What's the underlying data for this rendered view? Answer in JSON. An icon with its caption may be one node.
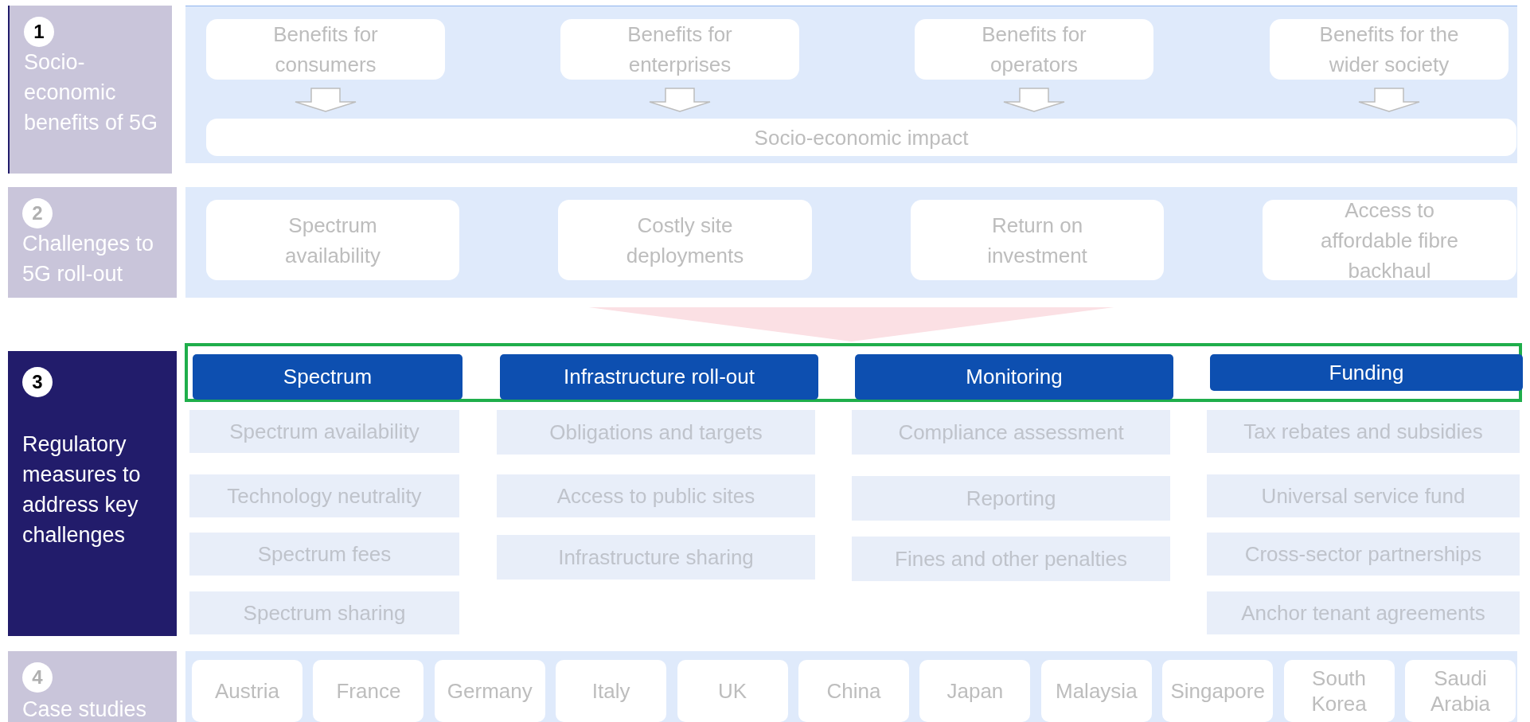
{
  "diagram": {
    "nodes": [
      {
        "text": [
          "1",
          "Socio-economic benefits of 5G"
        ]
      },
      {
        "text": [],
        "shape": "box"
      },
      {
        "text": [
          "Benefits for consumers"
        ],
        "in": 1
      },
      {
        "text": [
          "Benefits for enterprises"
        ],
        "in": 1
      },
      {
        "text": [
          "Benefits for operators"
        ],
        "in": 1
      },
      {
        "text": [
          "Benefits for the wider society"
        ],
        "in": 1
      },
      {
        "text": [
          "Socio-economic impact"
        ],
        "in": 1
      },
      {
        "text": [
          "2",
          "Challenges to 5G roll-out"
        ]
      },
      {
        "text": [],
        "shape": "box"
      },
      {
        "text": [
          "Spectrum availability"
        ],
        "in": 8
      },
      {
        "text": [
          "Costly site deployments"
        ],
        "in": 8
      },
      {
        "text": [
          "Return on investment"
        ],
        "in": 8
      },
      {
        "text": [
          "Access to affordable fibre backhaul"
        ],
        "in": 8
      },
      {
        "text": [
          "3",
          "Regulatory measures to address key challenges"
        ]
      },
      {
        "text": [],
        "shape": "box"
      },
      {
        "text": [
          "Spectrum"
        ],
        "in": 14
      },
      {
        "text": [
          "Infrastructure roll-out"
        ],
        "in": 14
      },
      {
        "text": [
          "Monitoring"
        ],
        "in": 14
      },
      {
        "text": [
          "Funding"
        ],
        "in": 14
      },
      {
        "text": [
          "Spectrum availability"
        ]
      },
      {
        "text": [
          "Technology neutrality"
        ]
      },
      {
        "text": [
          "Spectrum fees"
        ]
      },
      {
        "text": [
          "Spectrum sharing"
        ]
      },
      {
        "text": [
          "Obligations and targets"
        ]
      },
      {
        "text": [
          "Access to public sites"
        ]
      },
      {
        "text": [
          "Infrastructure sharing"
        ]
      },
      {
        "text": [
          "Compliance assessment"
        ]
      },
      {
        "text": [
          "Reporting"
        ]
      },
      {
        "text": [
          "Fines and other penalties"
        ]
      },
      {
        "text": [
          "Tax rebates and subsidies"
        ]
      },
      {
        "text": [
          "Universal service fund"
        ]
      },
      {
        "text": [
          "Cross-sector partnerships"
        ]
      },
      {
        "text": [
          "Anchor tenant agreements"
        ]
      },
      {
        "text": [
          "4",
          "Case studies"
        ]
      },
      {
        "text": [],
        "shape": "box"
      },
      {
        "text": [
          "Austria"
        ],
        "in": 34
      },
      {
        "text": [
          "France"
        ],
        "in": 34
      },
      {
        "text": [
          "Germany"
        ],
        "in": 34
      },
      {
        "text": [
          "Italy"
        ],
        "in": 34
      },
      {
        "text": [
          "UK"
        ],
        "in": 34
      },
      {
        "text": [
          "China"
        ],
        "in": 34
      },
      {
        "text": [
          "Japan"
        ],
        "in": 34
      },
      {
        "text": [
          "Malaysia"
        ],
        "in": 34
      },
      {
        "text": [
          "Singapore"
        ],
        "in": 34
      },
      {
        "text": [
          "South Korea"
        ],
        "in": 34
      },
      {
        "text": [
          "Saudi Arabia"
        ],
        "in": 34
      }
    ],
    "edges": [
      {
        "from": 2,
        "to": 6,
        "arrow": "to"
      },
      {
        "from": 3,
        "to": 6,
        "arrow": "to"
      },
      {
        "from": 4,
        "to": 6,
        "arrow": "to"
      },
      {
        "from": 5,
        "to": 6,
        "arrow": "to"
      },
      {
        "from": 8,
        "to": 14,
        "arrow": "to",
        "style": "thick",
        "color": "#fbe0e4"
      }
    ]
  }
}
